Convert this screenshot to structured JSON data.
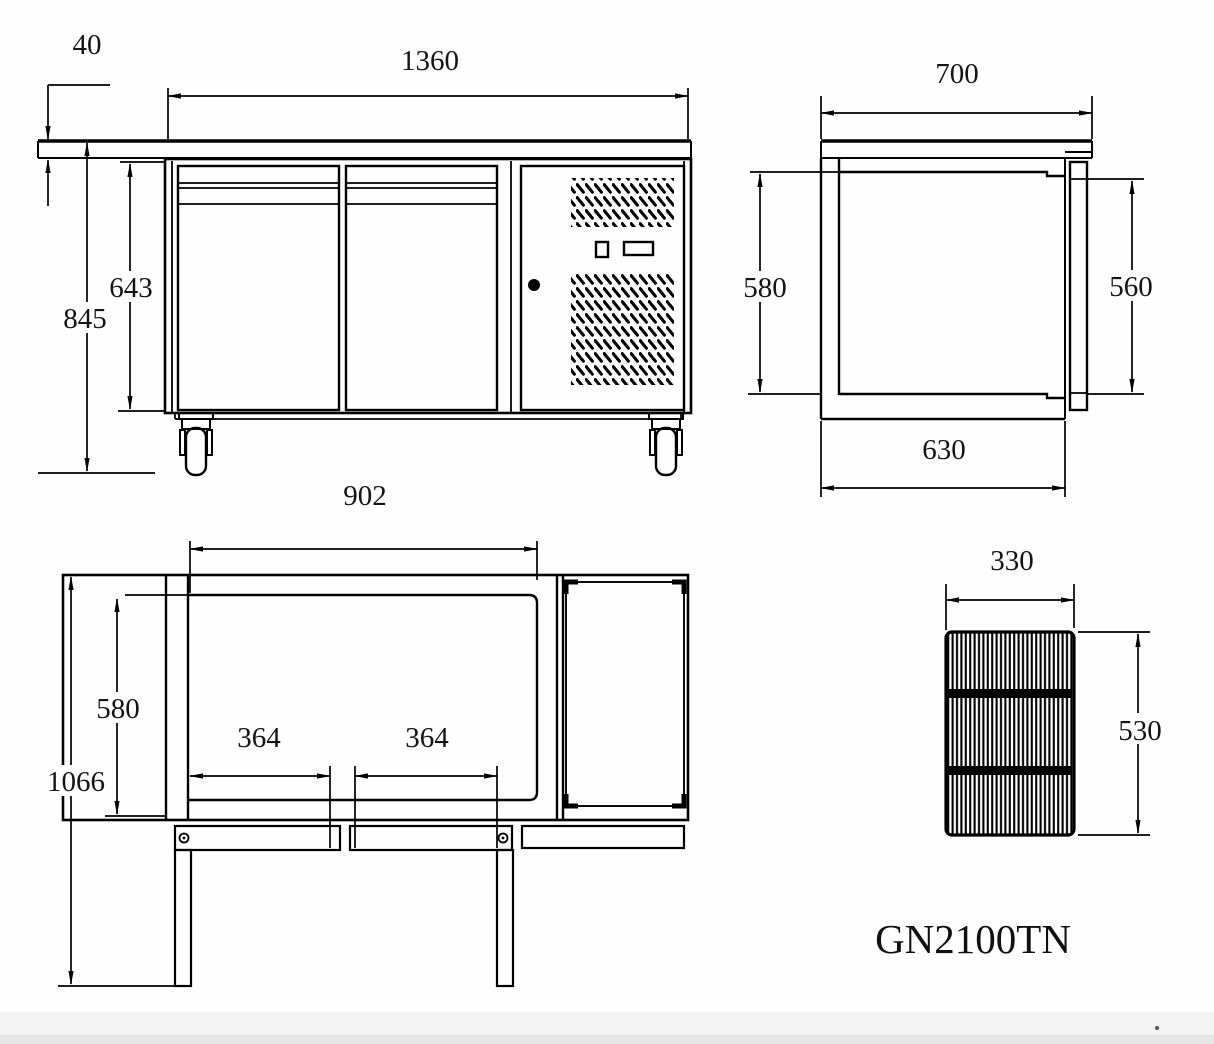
{
  "model": "GN2100TN",
  "colors": {
    "line": "#000000",
    "background": "#fefefe",
    "text": "#141414"
  },
  "views": {
    "front": {
      "label": "front-elevation",
      "dims": {
        "overall_width": "1360",
        "worktop_thickness": "40",
        "overall_height": "845",
        "body_height": "643"
      }
    },
    "side": {
      "label": "side-section",
      "dims": {
        "overall_depth": "700",
        "inner_height": "580",
        "door_height": "560",
        "base_depth": "630"
      }
    },
    "plan": {
      "label": "plan-view",
      "dims": {
        "inner_width": "902",
        "inner_depth": "580",
        "depth_doors_open": "1066",
        "left_door_opening": "364",
        "right_door_opening": "364"
      }
    },
    "shelf": {
      "label": "wire-shelf",
      "dims": {
        "width": "330",
        "depth": "530"
      }
    }
  }
}
